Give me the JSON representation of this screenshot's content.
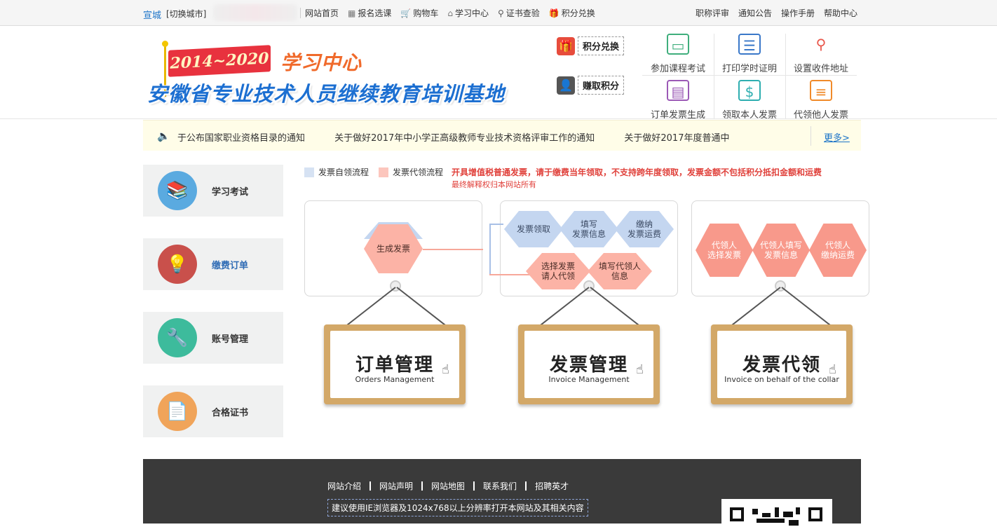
{
  "topbar": {
    "city": "宣城",
    "switch_city": "[切换城市]",
    "nav": [
      {
        "label": "网站首页",
        "icon": ""
      },
      {
        "label": "报名选课",
        "icon": "grid-icon"
      },
      {
        "label": "购物车",
        "icon": "cart-icon"
      },
      {
        "label": "学习中心",
        "icon": "home-icon"
      },
      {
        "label": "证书查验",
        "icon": "search-icon"
      },
      {
        "label": "积分兑换",
        "icon": "gift-icon"
      }
    ],
    "right_nav": [
      "职称评审",
      "通知公告",
      "操作手册",
      "帮助中心"
    ]
  },
  "header": {
    "flag_years": "2014~2020",
    "subtitle": "学习中心",
    "title": "安徽省专业技术人员继续教育培训基地",
    "points_exchange": "积分兑换",
    "earn_points": "赚取积分",
    "grid": [
      {
        "label": "参加课程考试",
        "icon": "monitor-icon",
        "color": "#3fae7c"
      },
      {
        "label": "打印学时证明",
        "icon": "certificate-icon",
        "color": "#3a78c9"
      },
      {
        "label": "设置收件地址",
        "icon": "location-pin-icon",
        "color": "#e9564a"
      },
      {
        "label": "订单发票生成",
        "icon": "printer-icon",
        "color": "#9b59b6"
      },
      {
        "label": "领取本人发票",
        "icon": "receipt-icon",
        "color": "#2eaeb0"
      },
      {
        "label": "代领他人发票",
        "icon": "document-icon",
        "color": "#f08a2a"
      }
    ]
  },
  "notice": {
    "items": [
      "于公布国家职业资格目录的通知",
      "关于做好2017年中小学正高级教师专业技术资格评审工作的通知",
      "关于做好2017年度普通中"
    ],
    "more": "更多>"
  },
  "sidebar": [
    {
      "label": "学习考试",
      "icon": "books-icon",
      "color": "#5aaae0",
      "active": false
    },
    {
      "label": "缴费订单",
      "icon": "lightbulb-icon",
      "color": "#c9504b",
      "active": true
    },
    {
      "label": "账号管理",
      "icon": "tools-icon",
      "color": "#3dbb9c",
      "active": false
    },
    {
      "label": "合格证书",
      "icon": "document-icon",
      "color": "#f0a45a",
      "active": false
    }
  ],
  "legend": {
    "self": "发票自领流程",
    "proxy": "发票代领流程",
    "self_color": "#d6e2f3",
    "proxy_color": "#fcc6bd",
    "warning": "开具增值税普通发票，请于缴费当年领取，不支持跨年度领取，发票金额不包括积分抵扣金额和运费",
    "note": "最终解释权归本网站所有"
  },
  "flow": {
    "order": [
      "生成发票"
    ],
    "invoice_blue": [
      "发票领取",
      "填写\n发票信息",
      "缴纳\n发票运费"
    ],
    "invoice_pink": [
      "选择发票\n请人代领",
      "填写代领人\n信息"
    ],
    "proxy": [
      "代领人\n选择发票",
      "代领人填写\n发票信息",
      "代领人\n缴纳运费"
    ]
  },
  "signs": [
    {
      "title": "订单管理",
      "en": "Orders Management"
    },
    {
      "title": "发票管理",
      "en": "Invoice Management"
    },
    {
      "title": "发票代领",
      "en": "Invoice on behalf of the collar"
    }
  ],
  "footer": {
    "links": [
      "网站介绍",
      "网站声明",
      "网站地图",
      "联系我们",
      "招聘英才"
    ],
    "note": "建议使用IE浏览器及1024x768以上分辨率打开本网站及其相关内容"
  }
}
